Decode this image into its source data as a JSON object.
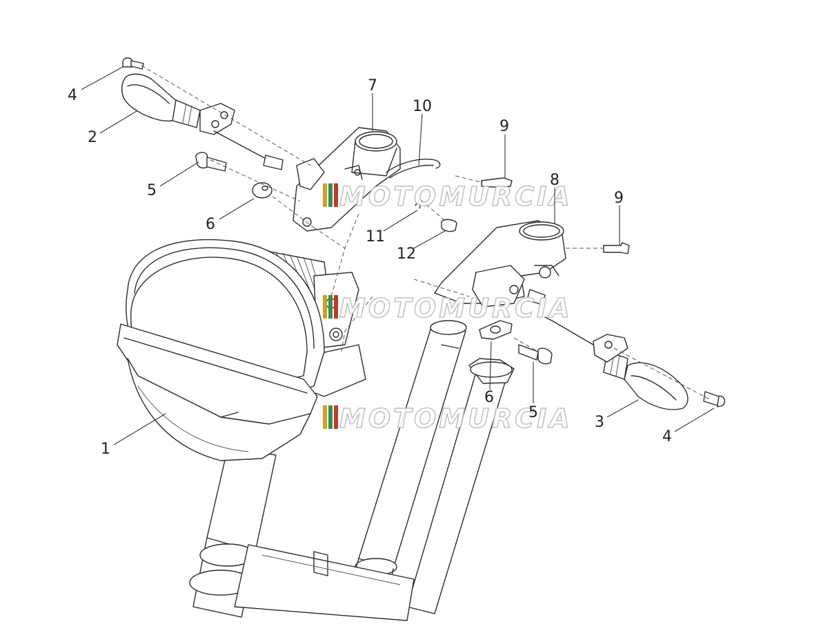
{
  "diagram": {
    "labels": [
      {
        "id": "1",
        "text": "1"
      },
      {
        "id": "2",
        "text": "2"
      },
      {
        "id": "3",
        "text": "3"
      },
      {
        "id": "4a",
        "text": "4"
      },
      {
        "id": "4b",
        "text": "4"
      },
      {
        "id": "5a",
        "text": "5"
      },
      {
        "id": "5b",
        "text": "5"
      },
      {
        "id": "6a",
        "text": "6"
      },
      {
        "id": "6b",
        "text": "6"
      },
      {
        "id": "7",
        "text": "7"
      },
      {
        "id": "8",
        "text": "8"
      },
      {
        "id": "9a",
        "text": "9"
      },
      {
        "id": "9b",
        "text": "9"
      },
      {
        "id": "10",
        "text": "10"
      },
      {
        "id": "11",
        "text": "11"
      },
      {
        "id": "12",
        "text": "12"
      }
    ],
    "watermark": "MOTOMURCIA",
    "watermark_colors": [
      "#c9a227",
      "#3a8f4a",
      "#c0392b"
    ]
  }
}
